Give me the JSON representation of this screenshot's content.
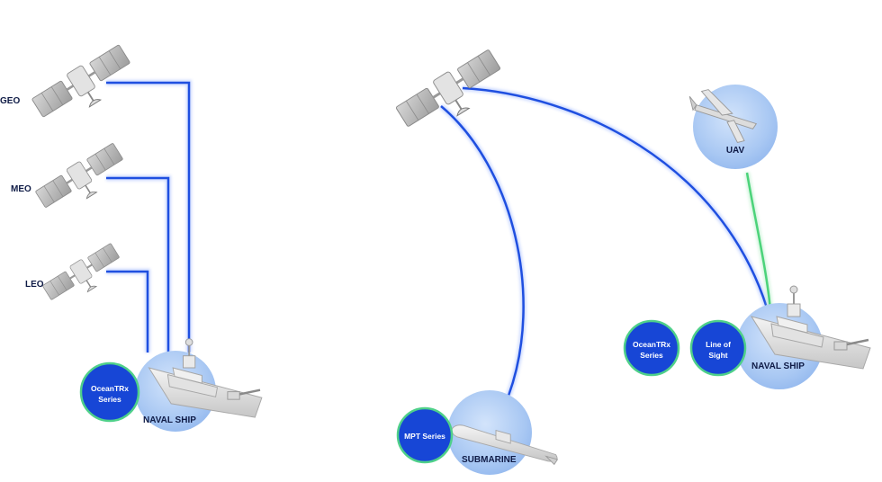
{
  "orbits": {
    "geo": "GEO",
    "meo": "MEO",
    "leo": "LEO"
  },
  "left_group": {
    "ship_label": "NAVAL SHIP",
    "badge_line1": "OceanTRx",
    "badge_line2": "Series"
  },
  "middle_group": {
    "sub_label": "SUBMARINE",
    "badge_line1": "MPT Series"
  },
  "right_group": {
    "uav_label": "UAV",
    "ship_label": "NAVAL SHIP",
    "badge1_line1": "OceanTRx",
    "badge1_line2": "Series",
    "badge2_line1": "Line of",
    "badge2_line2": "Sight"
  },
  "colors": {
    "link_blue": "#1f4fe0",
    "link_glow": "#9fb8ff",
    "los_green": "#4cd37a",
    "circle_light": "#a9c8f3",
    "badge_blue": "#1746d6",
    "badge_ring": "#4fd08a",
    "label_dark": "#0f1b46"
  }
}
